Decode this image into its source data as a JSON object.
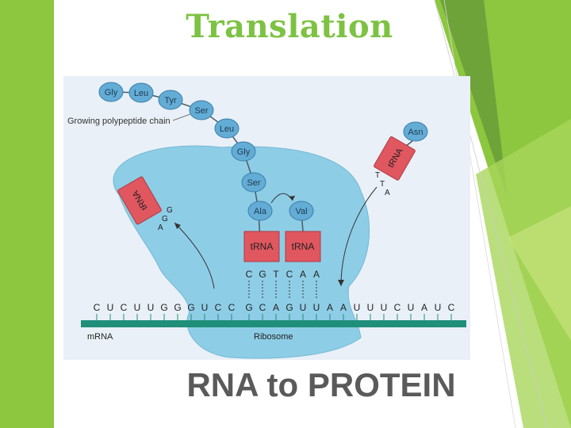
{
  "slide": {
    "title": "Translation",
    "subtitle": "RNA to PROTEIN"
  },
  "colors": {
    "accent_green": "#8dc63f",
    "title_green": "#7dc242",
    "ribosome": "#8ecde6",
    "trna": "#e0575f",
    "amino_acid": "#62acd6",
    "mrna": "#1f8f7a"
  },
  "diagram": {
    "chain_label": "Growing polypeptide chain",
    "chain_amino_acids": [
      "Gly",
      "Leu",
      "Tyr",
      "Ser",
      "Leu",
      "Gly",
      "Ser"
    ],
    "p_site_amino_acid": "Ala",
    "a_site_amino_acid": "Val",
    "incoming_amino_acid": "Asn",
    "trna_label": "tRNA",
    "exiting_anticodon": [
      "A",
      "G",
      "G"
    ],
    "incoming_anticodon": [
      "T",
      "T",
      "A"
    ],
    "anticodons": [
      "C",
      "G",
      "T",
      "C",
      "A",
      "A"
    ],
    "mrna_bases": [
      "C",
      "U",
      "C",
      "U",
      "U",
      "G",
      "G",
      "G",
      "U",
      "C",
      "C",
      "G",
      "C",
      "A",
      "G",
      "U",
      "U",
      "A",
      "A",
      "U",
      "U",
      "U",
      "C",
      "U",
      "A",
      "U",
      "C"
    ],
    "mrna_label": "mRNA",
    "ribosome_label": "Ribosome"
  }
}
